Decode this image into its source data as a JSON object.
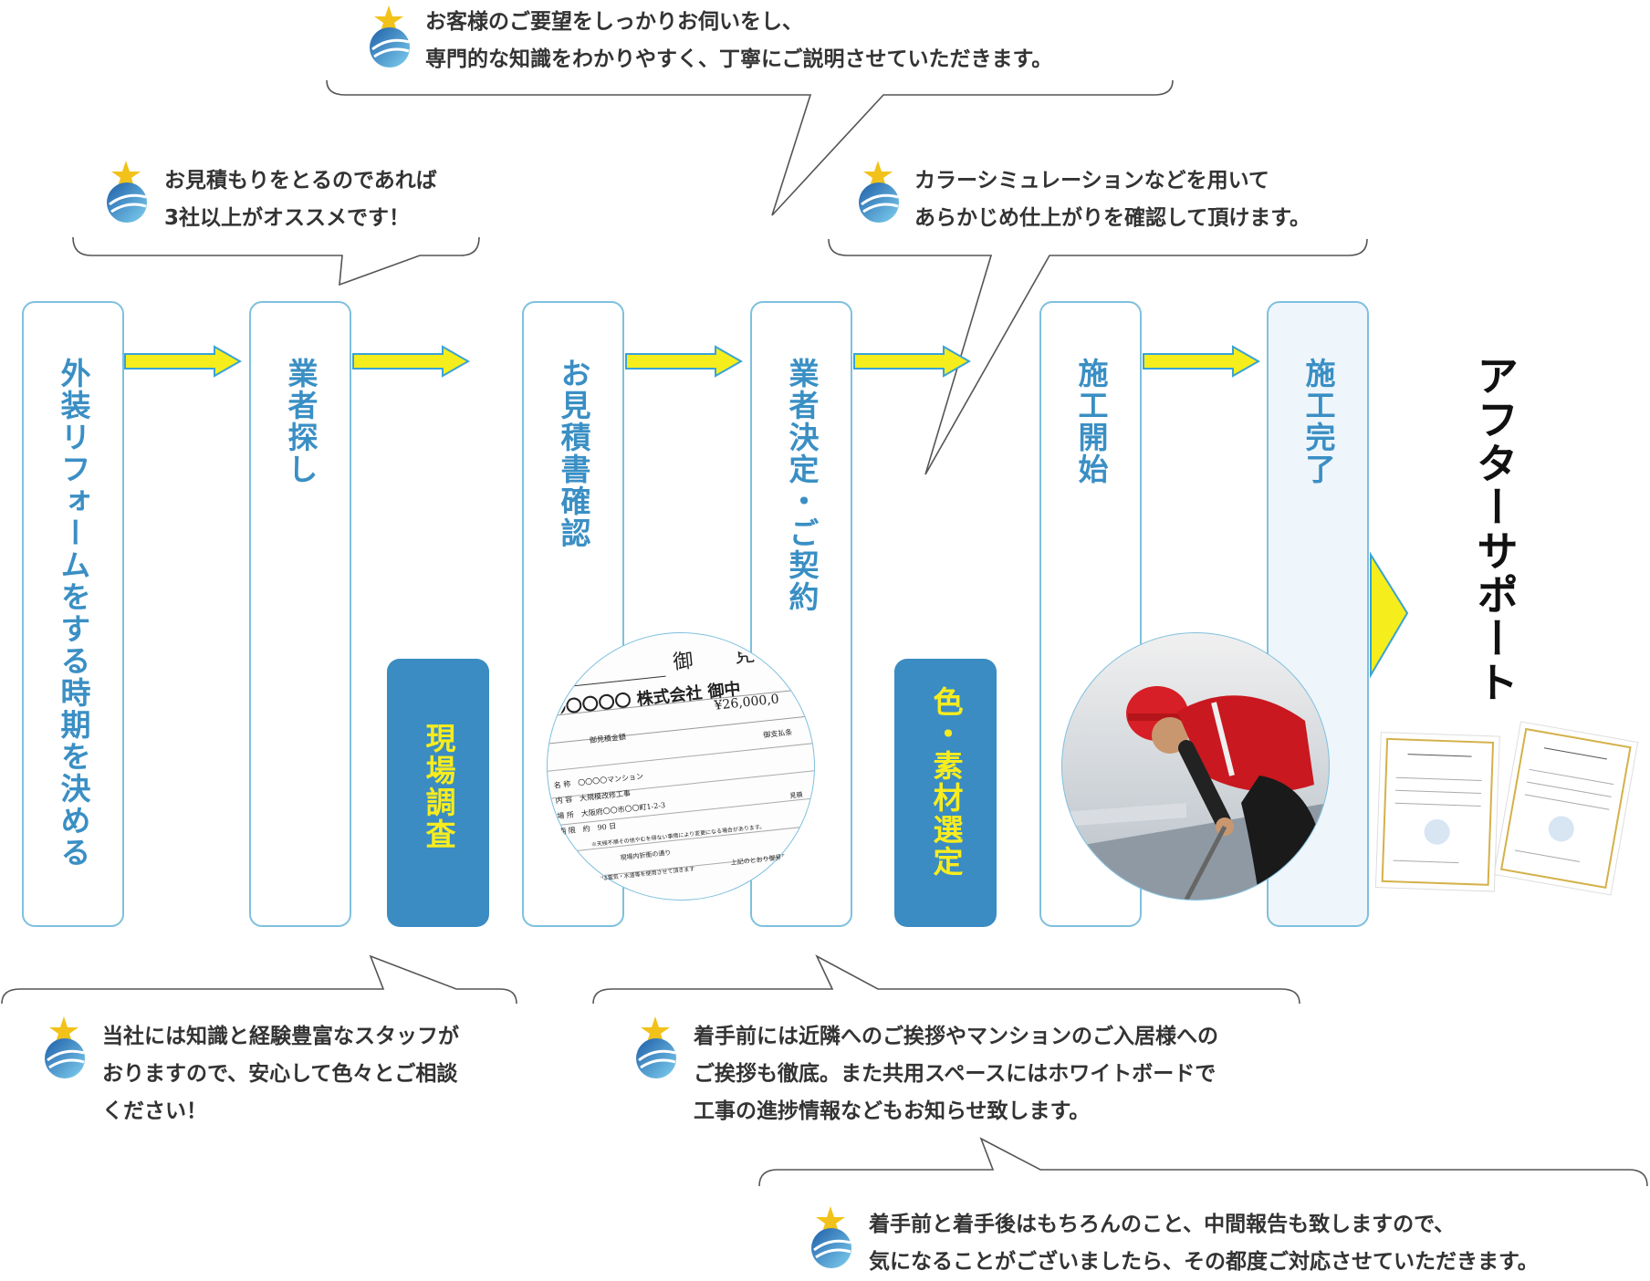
{
  "steps": [
    {
      "label": "外装リフォームをする時期を決める"
    },
    {
      "label": "業者探し"
    },
    {
      "label": "お見積書確認"
    },
    {
      "label": "業者決定・ご契約"
    },
    {
      "label": "施工開始"
    },
    {
      "label": "施工完了"
    }
  ],
  "substeps": [
    {
      "label": "現場調査"
    },
    {
      "label": "色・素材選定"
    }
  ],
  "after_support": "アフターサポート",
  "bubbles": {
    "estimate_tip": {
      "line1": "お見積もりをとるのであれば",
      "line2": "3社以上がオススメです！"
    },
    "explain": {
      "line1": "お客様のご要望をしっかりお伺いをし、",
      "line2": "専門的な知識をわかりやすく、丁寧にご説明させていただきます。"
    },
    "color_sim": {
      "line1": "カラーシミュレーションなどを用いて",
      "line2": "あらかじめ仕上がりを確認して頂けます。"
    },
    "staff": {
      "line1": "当社には知識と経験豊富なスタッフが",
      "line2": "おりますので、安心して色々とご相談",
      "line3": "ください！"
    },
    "greeting": {
      "line1": "着手前には近隣へのご挨拶やマンションのご入居様への",
      "line2": "ご挨拶も徹底。また共用スペースにはホワイトボードで",
      "line3": "工事の進捗情報などもお知らせ致します。"
    },
    "report": {
      "line1": "着手前と着手後はもちろんのこと、中間報告も致しますので、",
      "line2": "気になることがございましたら、その都度ご対応させていただきます。"
    }
  },
  "estimate_doc": {
    "title": "御　見",
    "client": "〇〇〇〇〇 株式会社 御中",
    "amount": "¥26,000,0",
    "amount_label": "御見積金額",
    "pay_label": "御支払条",
    "rows": [
      {
        "key": "名 称",
        "value": "〇〇〇〇マンション"
      },
      {
        "key": "内 容",
        "value": "大規模改修工事"
      },
      {
        "key": "場 所",
        "value": "大阪府〇〇市〇〇町1-2-3"
      },
      {
        "key": "期 限",
        "value": "約　90 日"
      }
    ],
    "note1": "※天候不順その他やむを得ない事情により変更になる場合があります。",
    "note2": "現場内折衝の通り",
    "note3": "工事中は電気・水道等を使用させて頂きます",
    "note4": "上記のとおり御見積",
    "side1": "見積"
  },
  "colors": {
    "column_border": "#7fc0de",
    "column_text": "#3a8fc4",
    "substep_bg": "#3a8cc2",
    "substep_text": "#f7ec1e",
    "arrow_fill": "#f5ee1c",
    "arrow_stroke": "#39a3d6"
  },
  "icons": [
    "star-logo-icon",
    "arrow-right-icon",
    "chevron-right-icon"
  ]
}
